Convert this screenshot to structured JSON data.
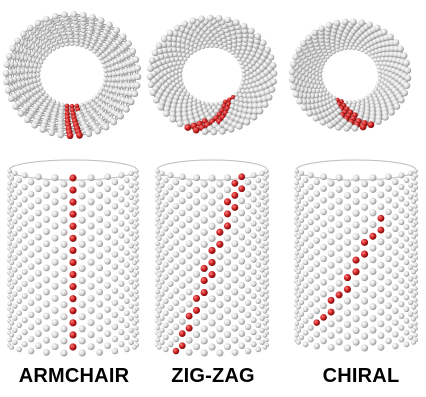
{
  "labels": {
    "armchair": "ARMCHAIR",
    "zigzag": "ZIG-ZAG",
    "chiral": "CHIRAL"
  },
  "colors": {
    "background": "#ffffff",
    "atom_light": "#f4f4f4",
    "atom_mid": "#c9c9c9",
    "atom_dark": "#7a7a7a",
    "highlight_red": "#c81e1e",
    "label_text": "#000000"
  },
  "nanotubes": [
    {
      "type": "armchair",
      "view": "end-on"
    },
    {
      "type": "zigzag",
      "view": "end-on"
    },
    {
      "type": "chiral",
      "view": "end-on"
    },
    {
      "type": "armchair",
      "view": "side"
    },
    {
      "type": "zigzag",
      "view": "side"
    },
    {
      "type": "chiral",
      "view": "side"
    }
  ]
}
